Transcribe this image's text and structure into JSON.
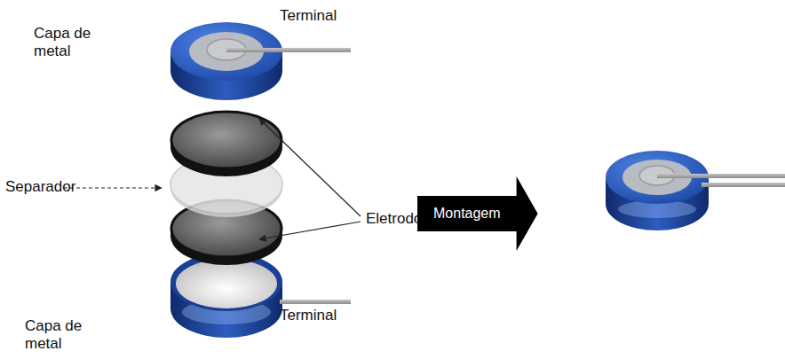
{
  "diagram": {
    "nodes": [
      {
        "text": [
          "Montagem"
        ]
      }
    ],
    "labels": [
      "Capa de metal",
      "Terminal",
      "Separador",
      "Eletrodos",
      "Terminal",
      "Capa de metal"
    ]
  }
}
